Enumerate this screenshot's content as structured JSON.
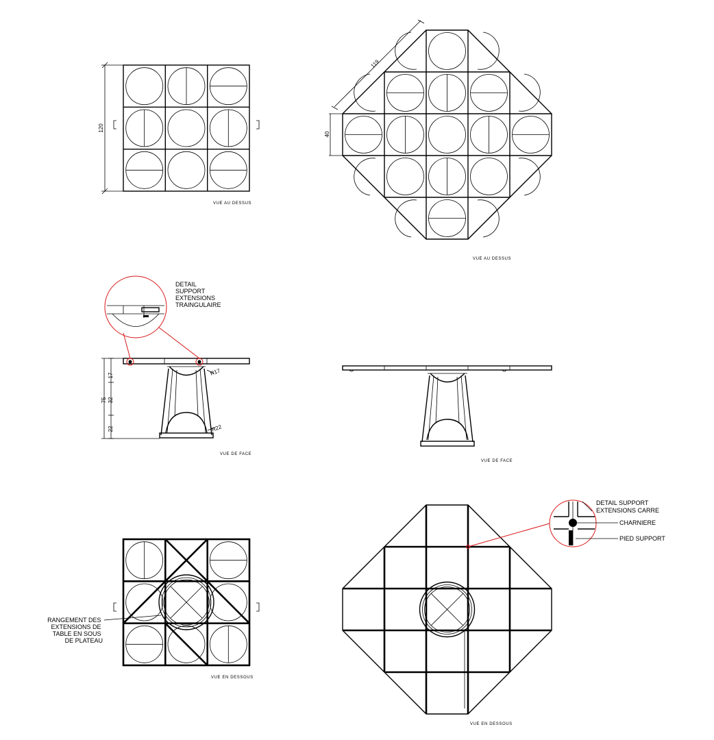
{
  "views": {
    "top_closed": {
      "caption": "VUE AU DESSUS",
      "dim_height": "120"
    },
    "top_open": {
      "caption": "VUE AU DESSUS",
      "dim_side": "119",
      "dim_module": "40"
    },
    "front_closed": {
      "caption": "VUE DE FACE",
      "dim_total": "75",
      "dim_parts": [
        "17",
        "32",
        "22"
      ],
      "radius_top": "R17",
      "radius_bottom": "R22"
    },
    "front_open": {
      "caption": "VUE DE FACE"
    },
    "bottom_closed": {
      "caption": "VUE EN DESSOUS"
    },
    "bottom_open": {
      "caption": "VUE EN DESSOUS"
    }
  },
  "callouts": {
    "triangular_detail": [
      "DETAIL",
      "SUPPORT",
      "EXTENSIONS",
      "TRAINGULAIRE"
    ],
    "square_detail": [
      "DETAIL SUPPORT",
      "EXTENSIONS CARRE"
    ],
    "hinge": "CHARNIERE",
    "support_leg": "PIED SUPPORT",
    "storage": [
      "RANGEMENT DES",
      "EXTENSIONS DE",
      "TABLE EN SOUS",
      "DE PLATEAU"
    ]
  },
  "colors": {
    "line": "#000000",
    "callout": "#d81818",
    "paper": "#ffffff"
  }
}
